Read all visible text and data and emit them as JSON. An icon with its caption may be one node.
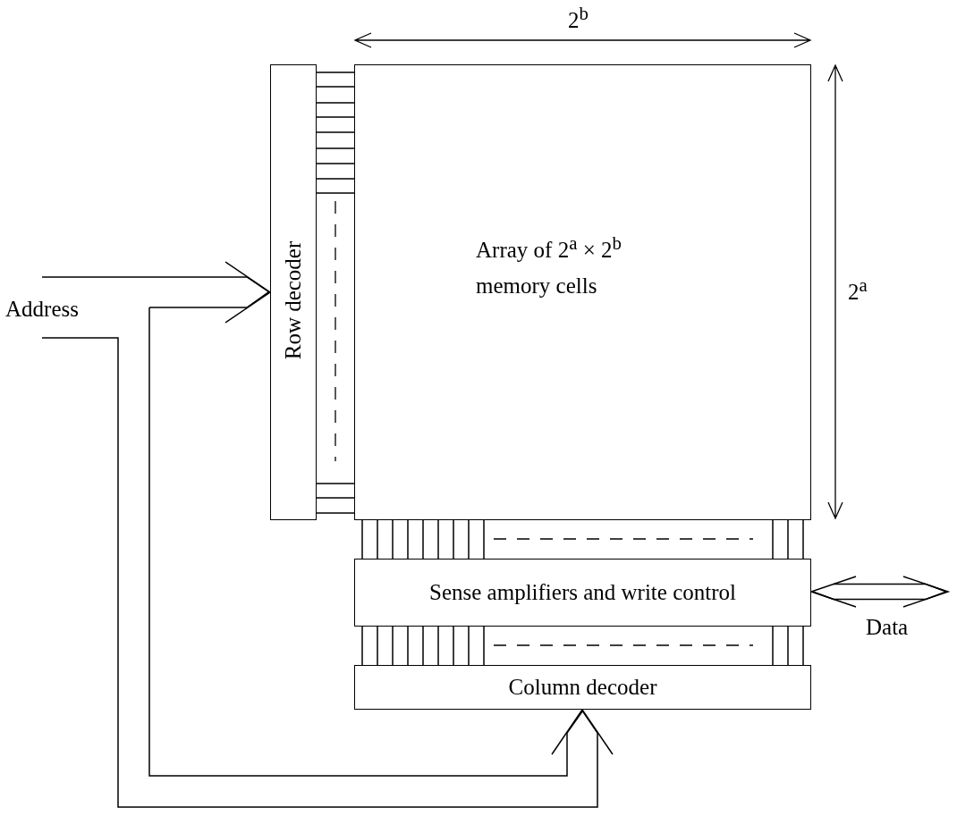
{
  "diagram": {
    "nodes": [
      {
        "text": [
          "Row decoder"
        ]
      },
      {
        "text": [
          "Array of 2$^{a}$ × 2$^{b}$ memory cells"
        ]
      },
      {
        "text": [
          "Sense amplifiers and write control"
        ]
      },
      {
        "text": [
          "Column decoder"
        ]
      },
      {
        "text": [
          "Address"
        ]
      }
    ],
    "edges": [
      {
        "from": 4,
        "to": 0,
        "arrow": "to"
      },
      {
        "from": 4,
        "to": 3,
        "arrow": "to"
      },
      {
        "from": 0,
        "to": 1,
        "arrow": "none"
      },
      {
        "from": 1,
        "to": 2,
        "arrow": "none"
      },
      {
        "from": 2,
        "to": 3,
        "arrow": "none"
      },
      {
        "from": 2,
        "to": null,
        "arrow": "both",
        "label": "Data"
      }
    ],
    "labels": [
      "2$^{b}$",
      "2$^{a}$"
    ]
  }
}
